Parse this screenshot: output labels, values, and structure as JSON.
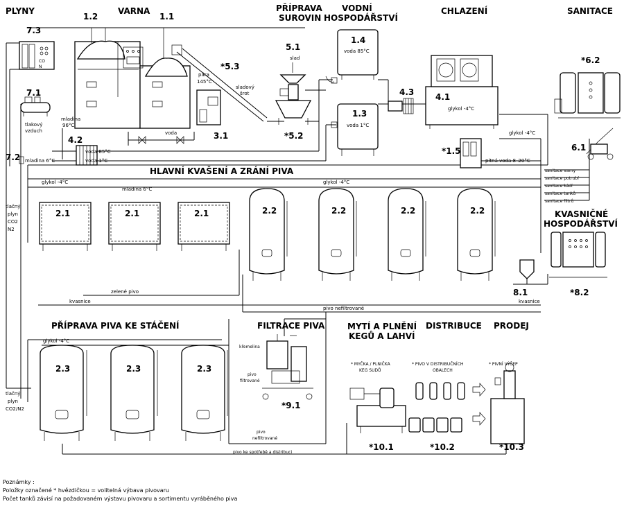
{
  "sections": {
    "plyny": "PLYNY",
    "varna": "VARNA",
    "priprava_surovin_1": "PŘÍPRAVA",
    "priprava_surovin_2": "SUROVIN",
    "vodni_1": "VODNÍ",
    "vodni_2": "HOSPODÁŘSTVÍ",
    "chlazeni": "CHLAZENÍ",
    "sanitace": "SANITACE",
    "hlavni_kvaseni": "HLAVNÍ KVAŠENÍ A ZRÁNÍ PIVA",
    "kvasnicne_1": "KVASNIČNÉ",
    "kvasnicne_2": "HOSPODÁŘSTVÍ",
    "priprava_staceni": "PŘÍPRAVA PIVA KE STÁČENÍ",
    "filtrace": "FILTRACE PIVA",
    "myti_1": "MYTÍ A PLNĚNÍ",
    "myti_2": "KEGŮ A LAHVÍ",
    "distribuce": "DISTRIBUCE",
    "prodej": "PRODEJ"
  },
  "ids": {
    "n73": "7.3",
    "n71": "7.1",
    "n72": "7.2",
    "n42": "4.2",
    "n12": "1.2",
    "n11": "1.1",
    "n53": "*5.3",
    "n31": "3.1",
    "n51": "5.1",
    "n52": "*5.2",
    "n14": "1.4",
    "n13": "1.3",
    "n43": "4.3",
    "n41": "4.1",
    "n15": "*1.5",
    "n62": "*6.2",
    "n61": "6.1",
    "n21a": "2.1",
    "n21b": "2.1",
    "n21c": "2.1",
    "n22a": "2.2",
    "n22b": "2.2",
    "n22c": "2.2",
    "n22d": "2.2",
    "n81": "8.1",
    "n82": "*8.2",
    "n23a": "2.3",
    "n23b": "2.3",
    "n23c": "2.3",
    "n91": "*9.1",
    "n101": "*10.1",
    "n102": "*10.2",
    "n103": "*10.3"
  },
  "labels": {
    "co2": "CO",
    "co2_sub": "2",
    "n2": "N",
    "n2_sub": "2",
    "mladina96": "mladina",
    "mladina96b": "96°C",
    "para": "pára",
    "para_t": "145°C",
    "voda": "voda",
    "sladovy": "sladový",
    "srot": "šrot",
    "slad": "slad",
    "voda85_tank": "voda 85°C",
    "voda1_tank": "voda 1°C",
    "glykol4_cool": "glykol -4°C",
    "glykol4_right": "glykol -4°C",
    "tlakovy": "tlakový",
    "vzduch": "vzduch",
    "voda85": "voda 85°C",
    "voda1": "voda 1°C",
    "mladina6": "mladina 6°C",
    "pitna_voda": "pitná voda 8–20°C",
    "sanitace_varny": "sanitace varny",
    "sanitace_potrubi": "sanitace potrubí",
    "sanitace_kadi": "sanitace kádí",
    "sanitace_tanku": "sanitace tanků",
    "sanitace_filtru": "sanitace filtrů",
    "glykol_top_left": "glykol -4°C",
    "mladina6_top": "mladina 6°C",
    "glykol_top_mid": "glykol -4°C",
    "tlacny1": "tlačný",
    "plyn1": "plyn",
    "co2_1": "CO2",
    "n2_1": "N2",
    "zelene_pivo": "zelené pivo",
    "kvasnice_left": "kvasnice",
    "kvasnice_right": "kvasnice",
    "pivo_nefiltrovane": "pivo nefiltrované",
    "glykol_bottom": "glykol -4°C",
    "kremelina": "křemelina",
    "pivo_filtrovane1": "pivo",
    "pivo_filtrovane2": "filtrované",
    "pivo_nefilt1": "pivo",
    "pivo_nefilt2": "nefiltrované",
    "tlacny2": "tlačný",
    "plyn2": "plyn",
    "co2n2": "CO2/N2",
    "pivo_spotrebe": "pivo ke spotřebě a distribuci",
    "mycka1": "* MYČKA / PLNIČKA",
    "mycka2": "KEG SUDŮ",
    "distrib1": "* PIVO V DISTRIBUČNÍCH",
    "distrib2": "OBALECH",
    "vycep": "* PIVNÍ VÝČEP"
  },
  "notes": {
    "line1": "Poznámky :",
    "line2": "Položky označené * hvězdičkou = volitelná výbava pivovaru",
    "line3": "Počet tanků závisí na požadovaném výstavu pivovaru a sortimentu vyráběného piva"
  }
}
